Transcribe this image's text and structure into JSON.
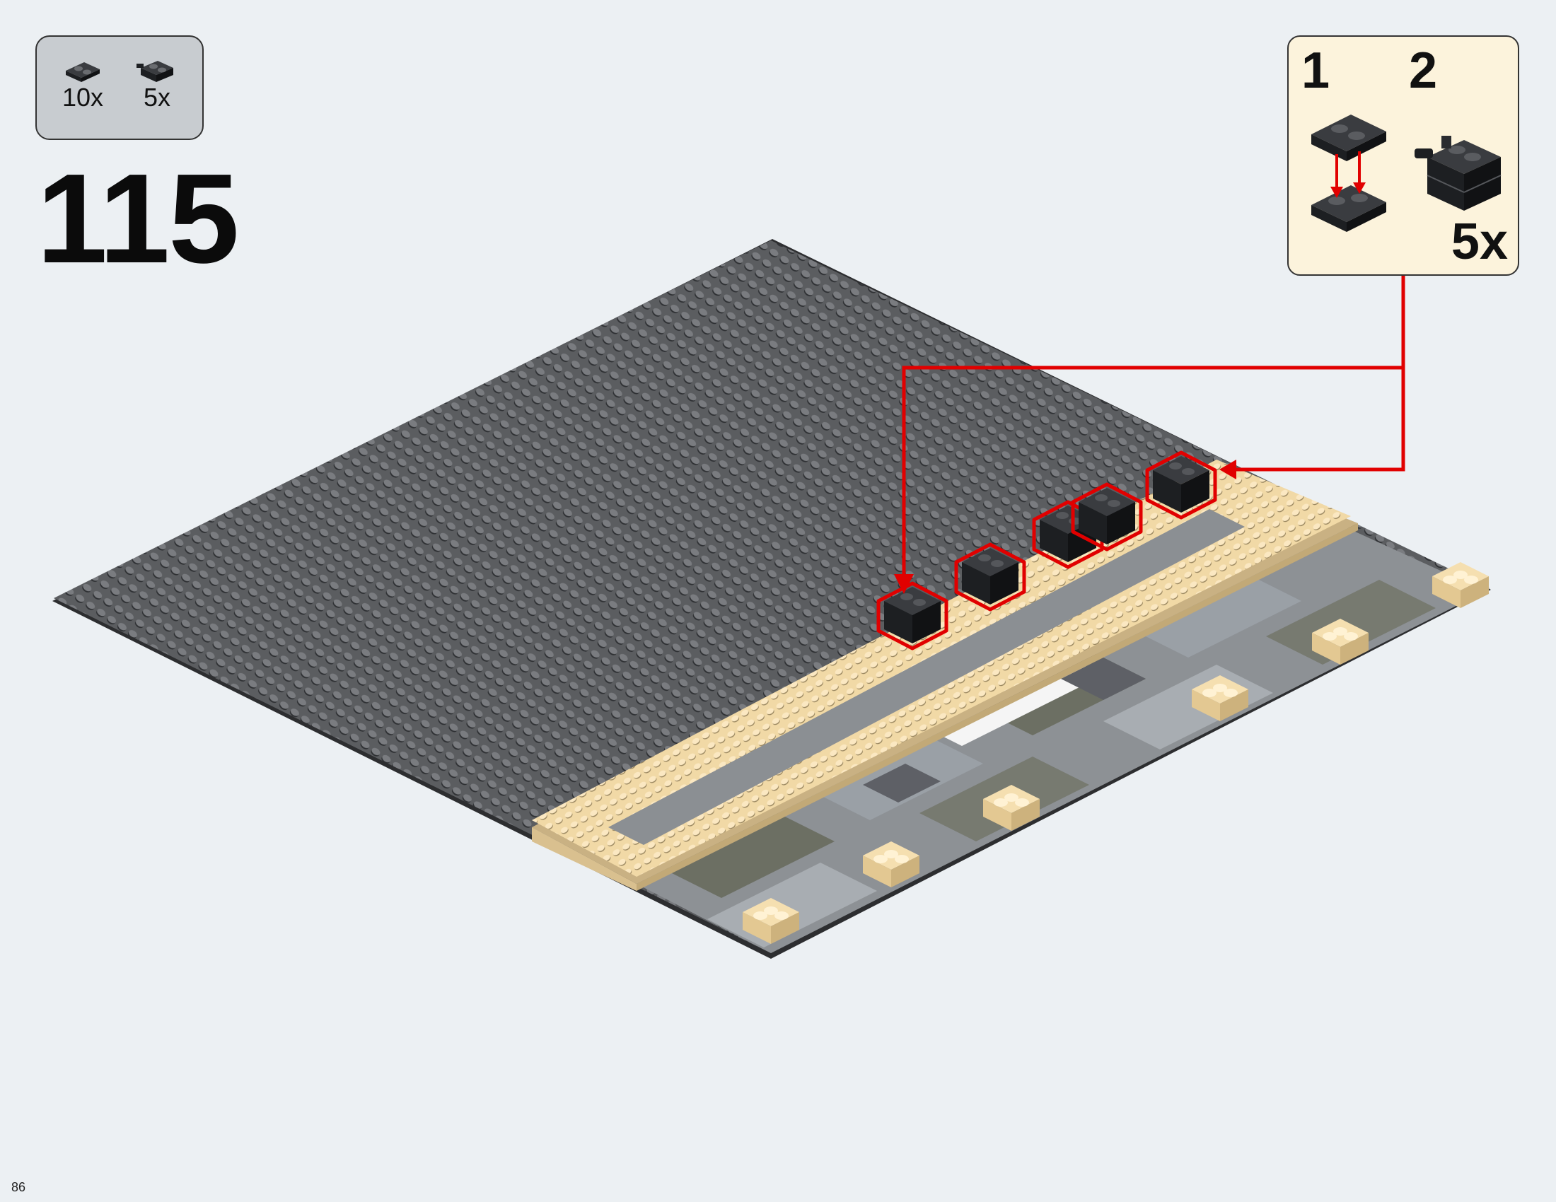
{
  "parts_list": [
    {
      "name": "plate-1x2",
      "quantity": "10x",
      "color": "#1d1f22"
    },
    {
      "name": "brick-1x2-with-clip",
      "quantity": "5x",
      "color": "#1d1f22"
    }
  ],
  "step": {
    "number": "115"
  },
  "sub_assembly": {
    "steps": [
      "1",
      "2"
    ],
    "multiplier": "5x",
    "callout_color": "#e10000"
  },
  "page": {
    "number": "86"
  },
  "colors": {
    "baseplate": "#5b5d60",
    "tan": "#f3dcab",
    "black": "#1d1f22",
    "highlight": "#e10000",
    "background": "#ecf0f3"
  }
}
